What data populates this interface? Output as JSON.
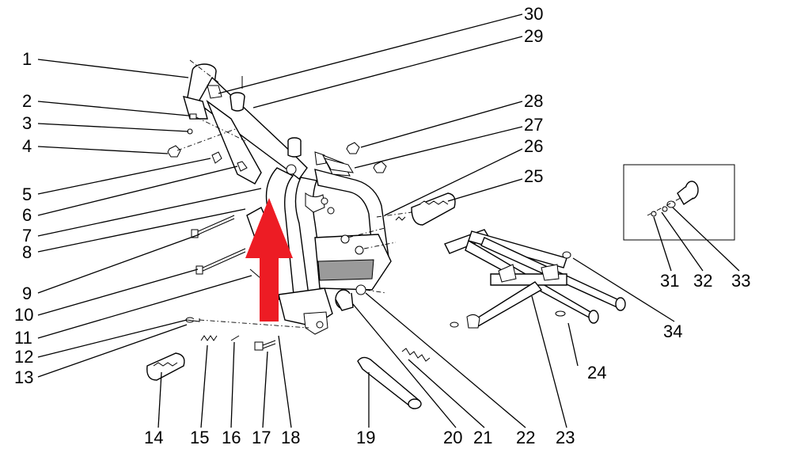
{
  "diagram": {
    "callouts": [
      {
        "id": "1",
        "label": "1"
      },
      {
        "id": "2",
        "label": "2"
      },
      {
        "id": "3",
        "label": "3"
      },
      {
        "id": "4",
        "label": "4"
      },
      {
        "id": "5",
        "label": "5"
      },
      {
        "id": "6",
        "label": "6"
      },
      {
        "id": "7",
        "label": "7"
      },
      {
        "id": "8",
        "label": "8"
      },
      {
        "id": "9",
        "label": "9"
      },
      {
        "id": "10",
        "label": "10"
      },
      {
        "id": "11",
        "label": "11"
      },
      {
        "id": "12",
        "label": "12"
      },
      {
        "id": "13",
        "label": "13"
      },
      {
        "id": "14",
        "label": "14"
      },
      {
        "id": "15",
        "label": "15"
      },
      {
        "id": "16",
        "label": "16"
      },
      {
        "id": "17",
        "label": "17"
      },
      {
        "id": "18",
        "label": "18"
      },
      {
        "id": "19",
        "label": "19"
      },
      {
        "id": "20",
        "label": "20"
      },
      {
        "id": "21",
        "label": "21"
      },
      {
        "id": "22",
        "label": "22"
      },
      {
        "id": "23",
        "label": "23"
      },
      {
        "id": "24",
        "label": "24"
      },
      {
        "id": "25",
        "label": "25"
      },
      {
        "id": "26",
        "label": "26"
      },
      {
        "id": "27",
        "label": "27"
      },
      {
        "id": "28",
        "label": "28"
      },
      {
        "id": "29",
        "label": "29"
      },
      {
        "id": "30",
        "label": "30"
      },
      {
        "id": "31",
        "label": "31"
      },
      {
        "id": "32",
        "label": "32"
      },
      {
        "id": "33",
        "label": "33"
      },
      {
        "id": "34",
        "label": "34"
      }
    ],
    "colors": {
      "line": "#000000",
      "background": "#ffffff",
      "highlight_arrow": "#ed1c24"
    },
    "icons": {
      "highlight": "up-arrow-icon"
    }
  }
}
